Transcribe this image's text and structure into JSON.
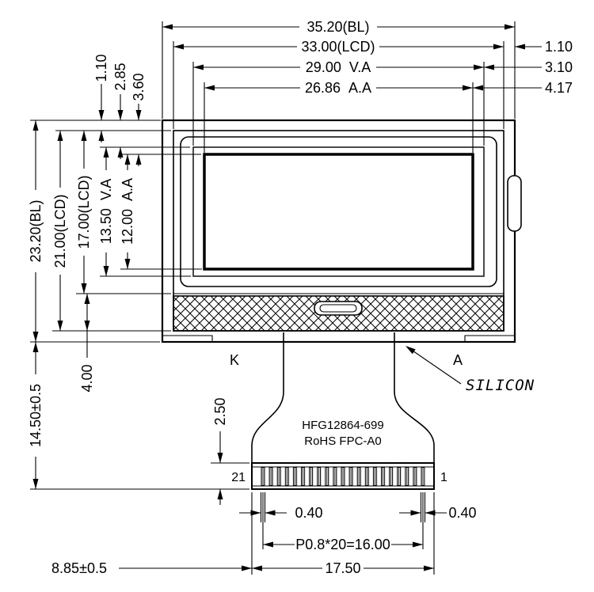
{
  "dims": {
    "bl_width": "35.20(BL)",
    "lcd_width": "33.00(LCD)",
    "va_width": "29.00  V.A",
    "aa_width": "26.86  A.A",
    "right_lcd_margin": "1.10",
    "right_va_margin": "3.10",
    "right_aa_margin": "4.17",
    "top_lcd_margin": "1.10",
    "top_va_margin": "2.85",
    "top_aa_margin": "3.60",
    "bl_height": "23.20(BL)",
    "lcd_height": "21.00(LCD)",
    "lcd_glass_height": "17.00(LCD)",
    "va_height": "13.50  V.A",
    "aa_height": "12.00  A.A",
    "silicon_ledge_height": "4.00",
    "fpc_length": "14.50±0.5",
    "connector_height": "2.50",
    "fpc_offset": "8.85±0.5",
    "pin_width_left": "0.40",
    "pin_width_right": "0.40",
    "pin_pitch": "P0.8*20=16.00",
    "connector_width": "17.50"
  },
  "labels": {
    "backlight_cathode": "K",
    "backlight_anode": "A",
    "silicon": "SILICON",
    "part_number": "HFG12864-699",
    "fpc_spec": "RoHS FPC-A0",
    "pin_21": "21",
    "pin_1": "1"
  }
}
